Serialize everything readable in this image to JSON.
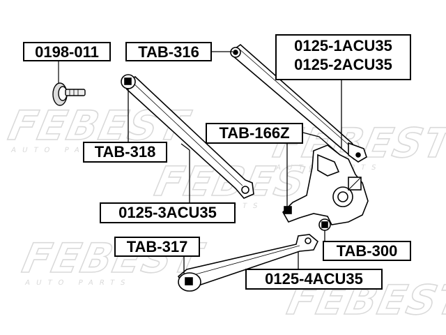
{
  "watermark": {
    "brand": "FEBEST",
    "sub": "AUTO PARTS",
    "color": "#dcdcdc"
  },
  "labels": {
    "p0198_011": "0198-011",
    "tab316": "TAB-316",
    "p0125_1acu35": "0125-1ACU35",
    "p0125_2acu35": "0125-2ACU35",
    "tab318": "TAB-318",
    "tab166z": "TAB-166Z",
    "p0125_3acu35": "0125-3ACU35",
    "tab317": "TAB-317",
    "tab300": "TAB-300",
    "p0125_4acu35": "0125-4ACU35"
  }
}
